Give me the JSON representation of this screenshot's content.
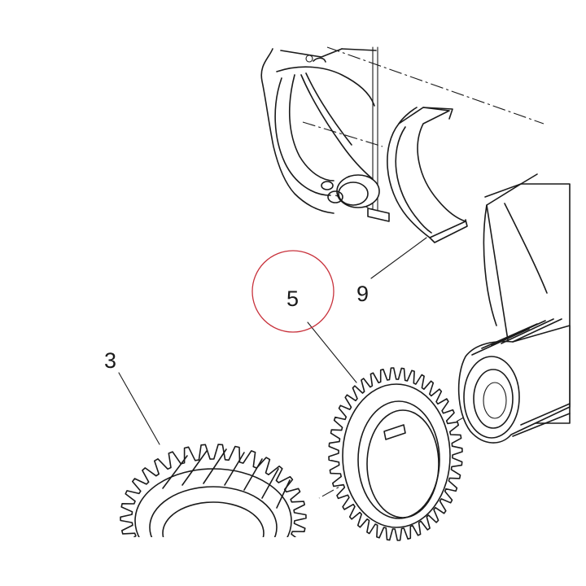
{
  "diagram": {
    "callouts": [
      {
        "id": "3",
        "label": "3"
      },
      {
        "id": "5",
        "label": "5",
        "highlighted": true
      },
      {
        "id": "9",
        "label": "9"
      }
    ],
    "highlight_color": "#c8323c",
    "line_color": "#1a1a1a",
    "background": "#ffffff"
  }
}
